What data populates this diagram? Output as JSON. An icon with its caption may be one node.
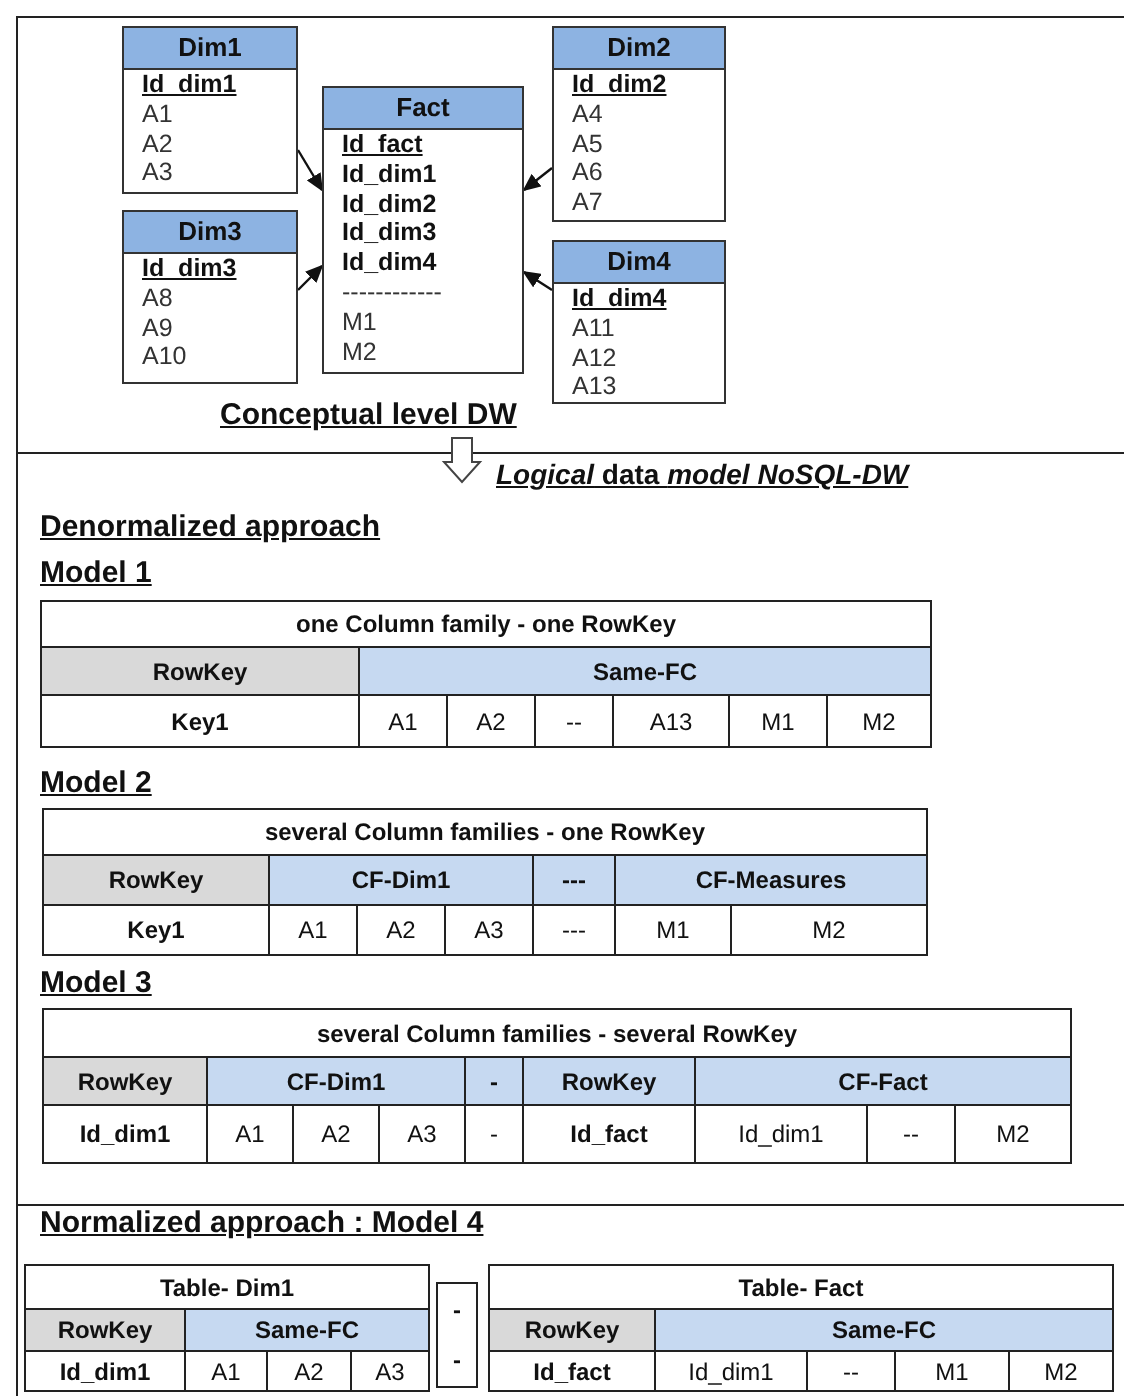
{
  "diagram": {
    "nodes": [
      {
        "text": [
          "Dim1",
          "Id_dim1",
          "A1",
          "A2",
          "A3"
        ]
      },
      {
        "text": [
          "Dim2",
          "Id_dim2",
          "A4",
          "A5",
          "A6",
          "A7"
        ]
      },
      {
        "text": [
          "Fact",
          "Id_fact",
          "Id_dim1",
          "Id_dim2",
          "Id_dim3",
          "Id_dim4",
          "------------",
          "M1",
          "M2"
        ]
      },
      {
        "text": [
          "Dim3",
          "Id_dim3",
          "A8",
          "A9",
          "A10"
        ]
      },
      {
        "text": [
          "Dim4",
          "Id_dim4",
          "A11",
          "A12",
          "A13"
        ]
      }
    ],
    "edges": [
      {
        "from": 0,
        "to": 2,
        "arrow": "to"
      },
      {
        "from": 1,
        "to": 2,
        "arrow": "to"
      },
      {
        "from": 3,
        "to": 2,
        "arrow": "to"
      },
      {
        "from": 4,
        "to": 2,
        "arrow": "to"
      }
    ],
    "labels": [
      "Conceptual level DW",
      "*Logical* data *model NoSQL-DW*",
      "Denormalized approach",
      "Model 1",
      "one Column family - one RowKey",
      "RowKey",
      "Same-FC",
      "Key1",
      "A1",
      "A2",
      "--",
      "A13",
      "M1",
      "M2",
      "Model 2",
      "several Column families - one RowKey",
      "RowKey",
      "CF-Dim1",
      "---",
      "CF-Measures",
      "Key1",
      "A1",
      "A2",
      "A3",
      "---",
      "M1",
      "M2",
      "Model 3",
      "several Column families - several RowKey",
      "RowKey",
      "CF-Dim1",
      "-",
      "RowKey",
      "CF-Fact",
      "Id_dim1",
      "A1",
      "A2",
      "A3",
      "-",
      "Id_fact",
      "Id_dim1",
      "--",
      "M2",
      "Normalized approach : Model 4",
      "Table- Dim1",
      "RowKey",
      "Same-FC",
      "Id_dim1",
      "A1",
      "A2",
      "A3",
      "-",
      "-",
      "Table- Fact",
      "RowKey",
      "Same-FC",
      "Id_fact",
      "Id_dim1",
      "--",
      "M1",
      "M2"
    ]
  }
}
